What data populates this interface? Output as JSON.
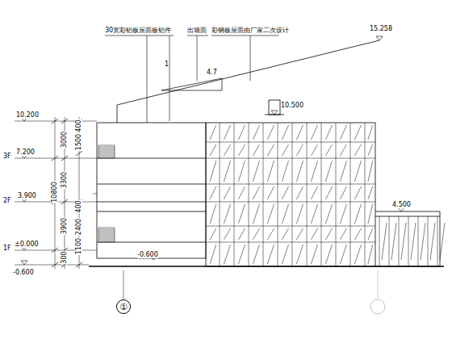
{
  "diagram": {
    "nodes": [
      {
        "text": [
          "①"
        ]
      }
    ],
    "labels": [
      "30宽彩铝板屋面板铝件",
      "出墙面",
      "彩钢板屋面由厂家二次设计",
      "15.258",
      "4.7",
      "1",
      "10.500",
      "4.500",
      "10.200",
      "3F",
      "7.200",
      "2F",
      "3.900",
      "1F",
      "±0.000",
      "-0.600",
      "10800",
      "3000",
      "3300",
      "3900",
      "300",
      "400",
      "1500",
      "400",
      "2400",
      "1100",
      "-0.600"
    ]
  }
}
